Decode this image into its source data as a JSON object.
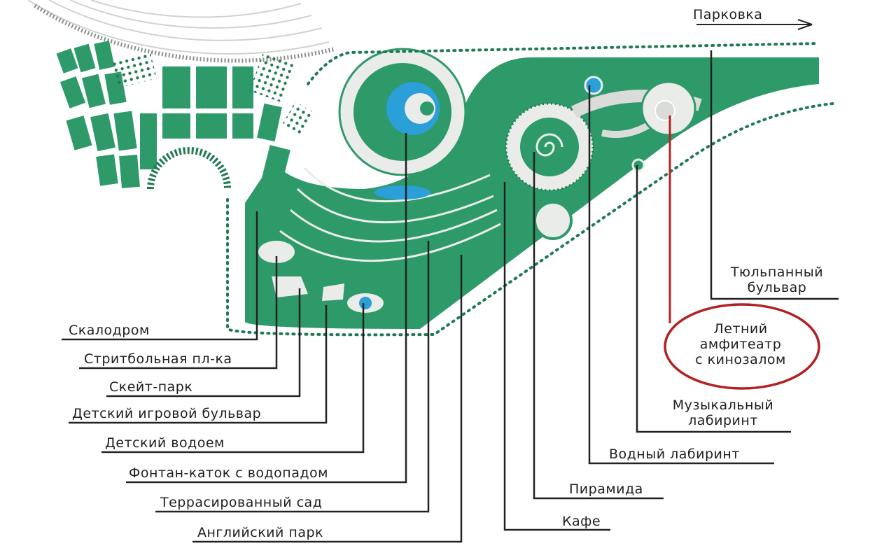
{
  "colors": {
    "green": "#2e9a6a",
    "green_dark": "#1f7a52",
    "path": "#e9ece9",
    "water": "#2a9fd8",
    "line": "#222222",
    "highlight": "#b22222",
    "grey": "#d9dcd9"
  },
  "labels": {
    "parking": "Парковка",
    "climbing_wall": "Скалодром",
    "streetball": "Стритбольная пл-ка",
    "skatepark": "Скейт-парк",
    "kids_boulevard": "Детский игровой бульвар",
    "kids_pond": "Детский водоем",
    "fountain_rink": "Фонтан-каток с водопадом",
    "terraced_garden": "Террасированный сад",
    "english_park": "Английский парк",
    "cafe": "Кафе",
    "pyramid": "Пирамида",
    "water_labyrinth": "Водный лабиринт",
    "music_labyrinth": "Музыкальный\nлабиринт",
    "summer_amphitheatre": "Летний\nамфитеатр\nс кинозалом",
    "tulip_boulevard": "Тюльпанный\nбульвар"
  }
}
